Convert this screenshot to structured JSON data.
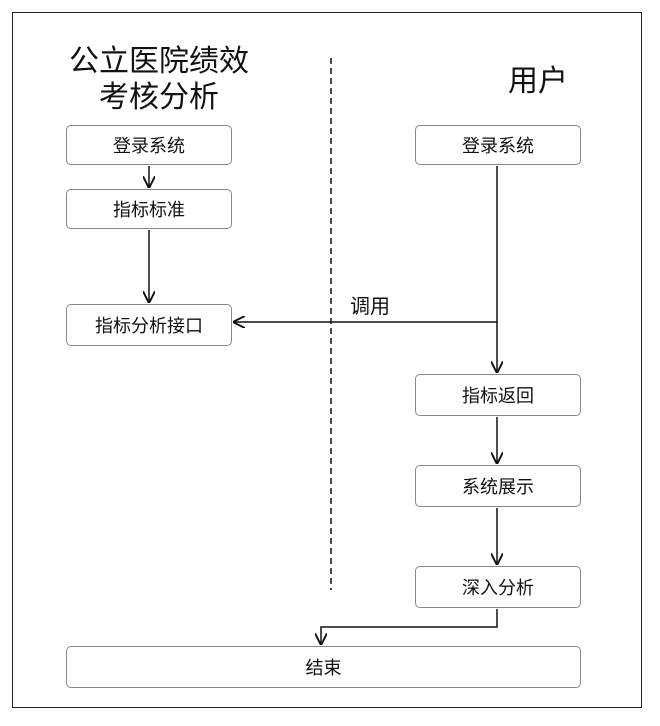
{
  "lanes": {
    "left_title_line1": "公立医院绩效",
    "left_title_line2": "考核分析",
    "right_title": "用户"
  },
  "left_steps": {
    "login": "登录系统",
    "indicator_standard": "指标标准",
    "analysis_interface": "指标分析接口"
  },
  "right_steps": {
    "login": "登录系统",
    "indicator_return": "指标返回",
    "system_display": "系统展示",
    "deep_analysis": "深入分析"
  },
  "edge_labels": {
    "call": "调用"
  },
  "end_step": "结束"
}
